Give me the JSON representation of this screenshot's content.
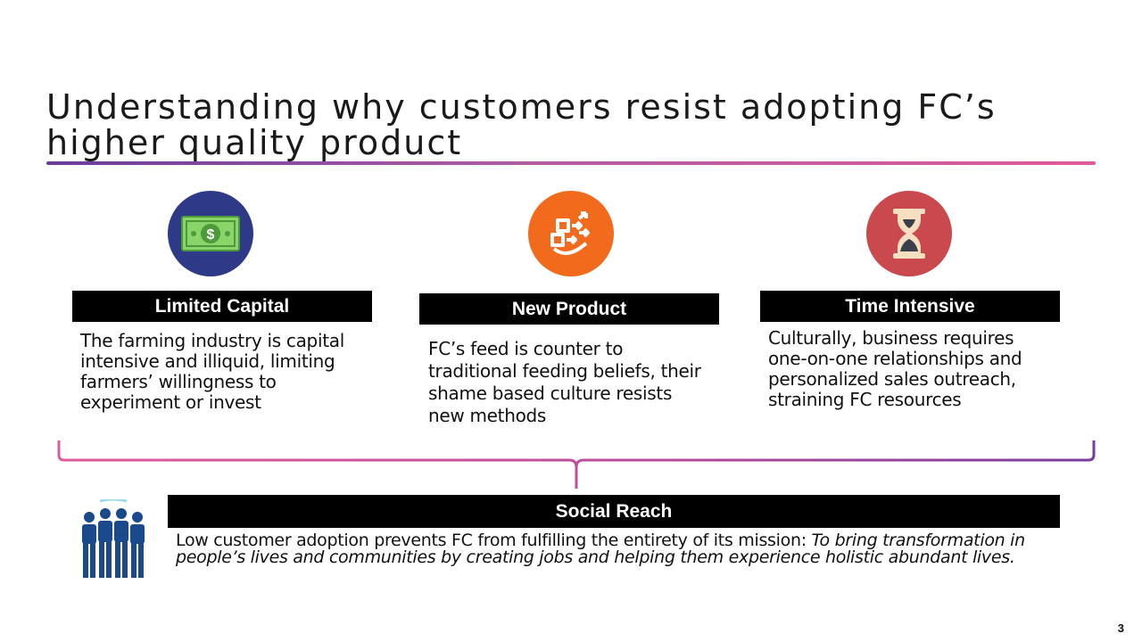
{
  "slide": {
    "title": "Understanding why customers resist adopting FC’s higher quality product",
    "page_number": "3"
  },
  "columns": [
    {
      "icon": "money-icon",
      "header": "Limited Capital",
      "text": "The farming industry is capital intensive and illiquid, limiting farmers’ willingness to experiment or invest"
    },
    {
      "icon": "process-change-icon",
      "header": "New Product",
      "text": "FC’s feed is counter to traditional feeding beliefs, their shame based culture resists new methods"
    },
    {
      "icon": "hourglass-icon",
      "header": "Time Intensive",
      "text": "Culturally, business requires one-on-one relationships and personalized sales outreach, straining FC resources"
    }
  ],
  "social_reach": {
    "icon": "people-group-icon",
    "header": "Social Reach",
    "text_plain": "Low customer adoption prevents FC from fulfilling the entirety of its mission: ",
    "text_italic": "To bring transformation in people’s lives and communities by creating jobs and helping them experience holistic abundant lives."
  },
  "colors": {
    "money_circle": "#2e3a87",
    "process_circle": "#f26b1d",
    "hourglass_circle": "#c9494f",
    "people_icon": "#1a4a8c",
    "header_bar": "#000000",
    "accent_gradient_start": "#6a3c9a",
    "accent_gradient_end": "#e05a9a"
  }
}
